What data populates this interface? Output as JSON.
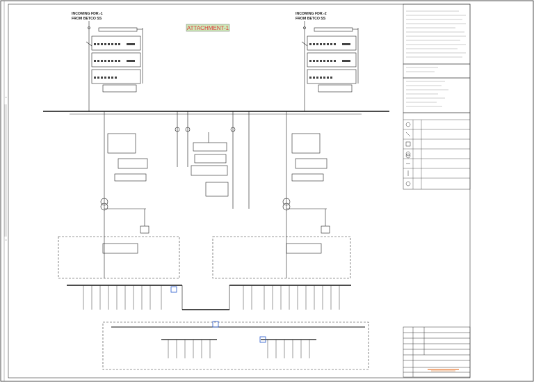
{
  "drawing": {
    "attachment_label": "ATTACHMENT-1",
    "incomer_1": {
      "line1": "INCOMING FDR.-1",
      "line2": "FROM BETCO SS"
    },
    "incomer_2": {
      "line1": "INCOMING FDR.-2",
      "line2": "FROM BETCO SS"
    }
  },
  "colors": {
    "line": "#222222",
    "attachment_text": "#e03a3a",
    "attachment_fill": "#cde9b9",
    "highlight": "#2255cc",
    "title_accent": "#e05a00"
  },
  "icons": [
    "transformer-icon",
    "breaker-icon",
    "meter-icon",
    "isolator-icon",
    "ct-icon",
    "earth-icon"
  ]
}
